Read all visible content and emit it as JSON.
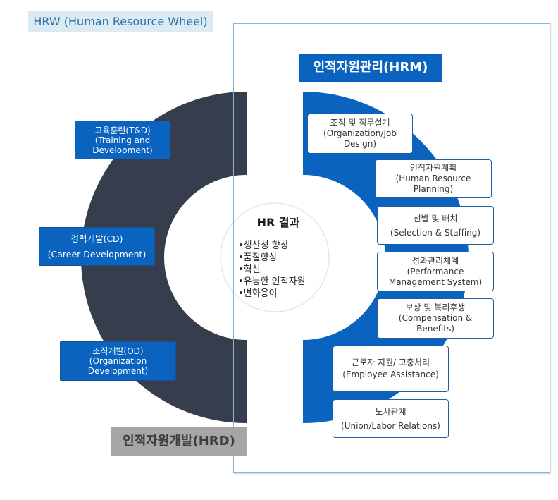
{
  "title": "HRW  (Human Resource Wheel)",
  "hrm_header": "인적자원관리(HRM)",
  "hrd_footer": "인적자원개발(HRD)",
  "center": {
    "title": "HR 결과",
    "items": [
      "•생산성 향상",
      "•품질향상",
      "•혁신",
      "•유능한 인적자원",
      "•변화용이"
    ]
  },
  "hrd_items": [
    {
      "lines": [
        "교육훈련(T&D)",
        "(Training and",
        "Development)"
      ]
    },
    {
      "lines": [
        "경력개발(CD)",
        "(Career Development)"
      ]
    },
    {
      "lines": [
        "조직개발(OD)",
        "(Organization",
        "Development)"
      ]
    }
  ],
  "hrm_items": [
    {
      "lines": [
        "조직 및 직무설계",
        "(Organization/Job",
        "Design)"
      ]
    },
    {
      "lines": [
        "인적자원계획",
        "(Human Resource",
        "Planning)"
      ]
    },
    {
      "lines": [
        "선발 및 배치",
        "(Selection & Staffing)"
      ]
    },
    {
      "lines": [
        "성과관리체계",
        "(Performance",
        "Management System)"
      ]
    },
    {
      "lines": [
        "보상 및 복리후생",
        "(Compensation &",
        "Benefits)"
      ]
    },
    {
      "lines": [
        "근로자 지원/ 고충처리",
        "(Employee Assistance)"
      ]
    },
    {
      "lines": [
        "노사관계",
        "(Union/Labor Relations)"
      ]
    }
  ],
  "colors": {
    "hrd_ring": "#363d4c",
    "hrm_ring": "#0a63bf",
    "accent_blue": "#0a63bf",
    "footer_gray": "#a8a5a6",
    "title_bg": "#dceaf4"
  }
}
